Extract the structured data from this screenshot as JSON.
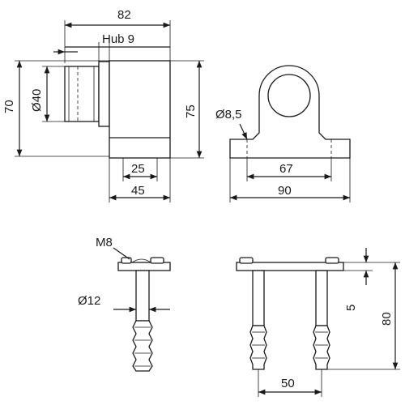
{
  "dimensions": {
    "top_width": "82",
    "hub": "Hub 9",
    "height_left": "70",
    "diameter_tube": "Ø40",
    "height_right": "75",
    "hole_diameter": "Ø8,5",
    "base_25": "25",
    "base_45": "45",
    "holes_67": "67",
    "width_90": "90",
    "thread": "M8",
    "pin_diameter": "Ø12",
    "offset_5": "5",
    "height_80": "80",
    "spacing_50": "50"
  },
  "colors": {
    "line": "#1a1a1a",
    "background": "#ffffff"
  }
}
